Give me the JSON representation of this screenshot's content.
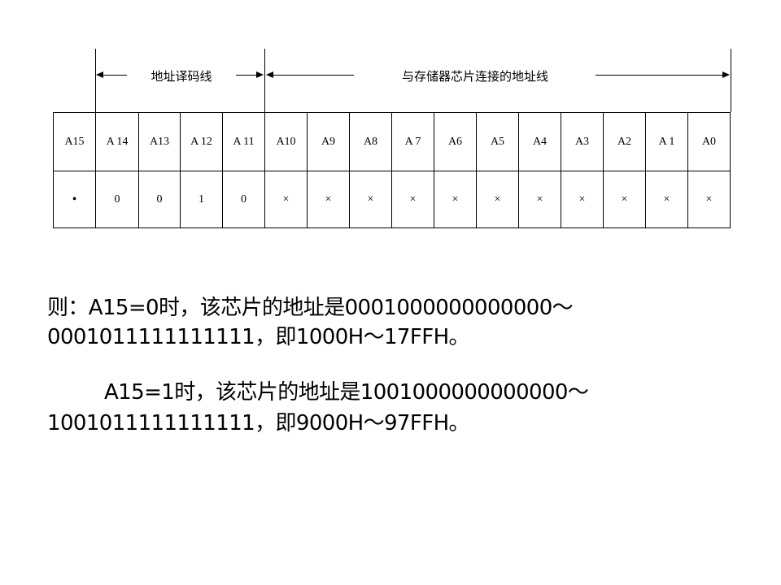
{
  "bracket": {
    "decode_label": "地址译码线",
    "chip_label": "与存储器芯片连接的地址线"
  },
  "table": {
    "headers": [
      "A15",
      "A 14",
      "A13",
      "A 12",
      "A 11",
      "A10",
      "A9",
      "A8",
      "A 7",
      "A6",
      "A5",
      "A4",
      "A3",
      "A2",
      "A 1",
      "A0"
    ],
    "values": [
      "•",
      "0",
      "0",
      "1",
      "0",
      "×",
      "×",
      "×",
      "×",
      "×",
      "×",
      "×",
      "×",
      "×",
      "×",
      "×"
    ]
  },
  "para1": {
    "line1": "则：A15=0时，该芯片的地址是0001000000000000～",
    "line2": "0001011111111111，即1000H～17FFH。"
  },
  "para2": {
    "line1": "A15=1时，该芯片的地址是1001000000000000～",
    "line2": "1001011111111111，即9000H～97FFH。"
  }
}
